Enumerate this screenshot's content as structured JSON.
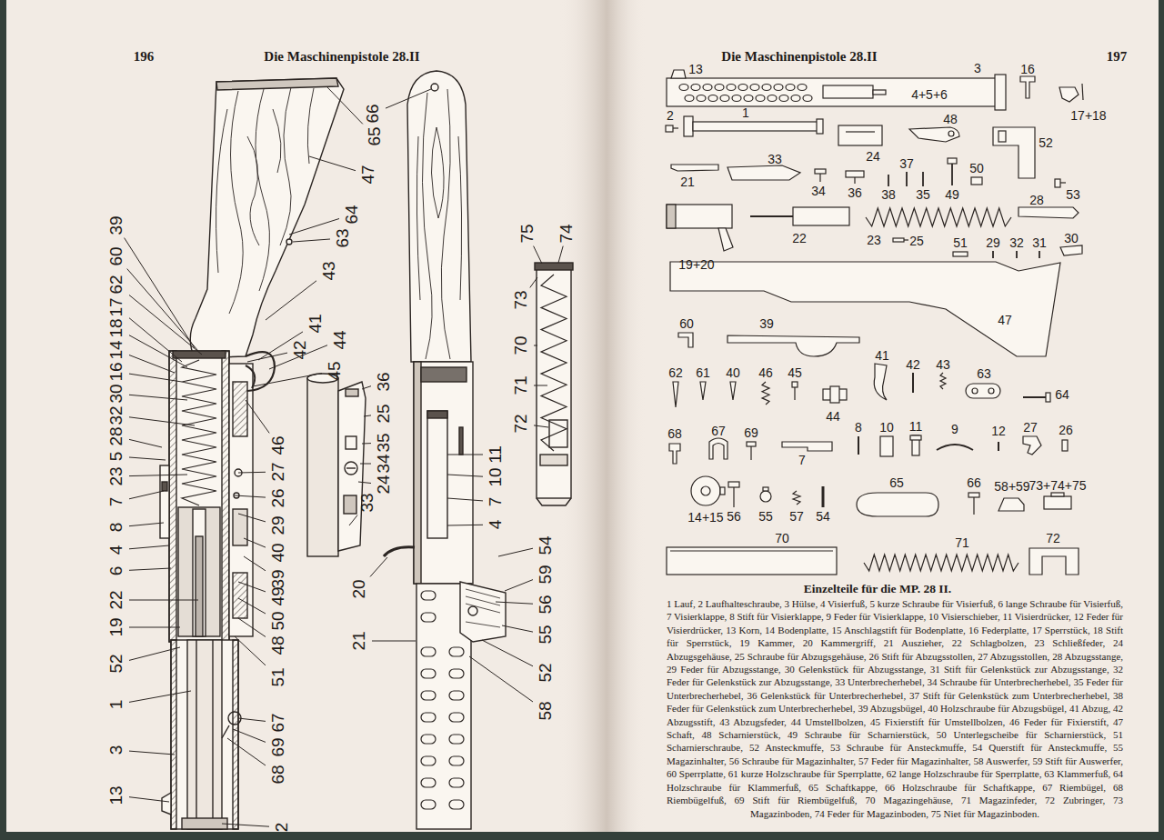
{
  "diagram": {
    "title": "Die Maschinenpistole 28.II",
    "caption": "Einzelteile für die MP. 28 II.",
    "labels": [
      "196",
      "Die Maschinenpistole 28.II",
      "197",
      "39",
      "60",
      "62",
      "17",
      "18",
      "14",
      "16",
      "30",
      "32",
      "28",
      "5",
      "23",
      "7",
      "8",
      "4",
      "6",
      "22",
      "19",
      "52",
      "1",
      "3",
      "13",
      "65",
      "47",
      "64",
      "63",
      "43",
      "41",
      "42",
      "44",
      "45",
      "46",
      "27",
      "26",
      "29",
      "40",
      "39",
      "49",
      "50",
      "48",
      "51",
      "67",
      "69",
      "68",
      "2",
      "66",
      "36",
      "25",
      "35",
      "34",
      "24",
      "33",
      "11",
      "10",
      "7",
      "4",
      "20",
      "21",
      "54",
      "59",
      "56",
      "55",
      "52",
      "58",
      "75",
      "74",
      "73",
      "70",
      "71",
      "72",
      "13",
      "3",
      "4+5+6",
      "16",
      "17+18",
      "2",
      "1",
      "48",
      "24",
      "52",
      "21",
      "33",
      "34",
      "36",
      "38",
      "37",
      "35",
      "49",
      "50",
      "53",
      "28",
      "19+20",
      "22",
      "23",
      "25",
      "51",
      "29",
      "32",
      "31",
      "30",
      "47",
      "60",
      "39",
      "62",
      "61",
      "40",
      "46",
      "45",
      "41",
      "42",
      "43",
      "63",
      "44",
      "64",
      "68",
      "67",
      "69",
      "7",
      "8",
      "10",
      "11",
      "9",
      "12",
      "27",
      "26",
      "14+15",
      "56",
      "55",
      "57",
      "54",
      "65",
      "66",
      "58+59",
      "73+74+75",
      "70",
      "71",
      "72",
      "1 Lauf,",
      "2 Laufhalteschraube,",
      "3 Hülse,",
      "4 Visierfuß,",
      "5 kurze Schraube für Visierfuß,",
      "6 lange Schraube für Visierfuß,",
      "7 Visierklappe,",
      "8 Stift für Visierklappe,",
      "9 Feder für Visierklappe,",
      "10 Visierschieber,",
      "11 Visierdrücker,",
      "12 Feder für Visierdrücker,",
      "13 Korn,",
      "14 Bodenplatte,",
      "15 Anschlagstift für Bodenplatte,",
      "16 Federplatte,",
      "17 Sperrstück,",
      "18 Stift für Sperrstück,",
      "19 Kammer,",
      "20 Kammergriff,",
      "21 Auszieher,",
      "22 Schlagbolzen,",
      "23 Schließfeder,",
      "24 Abzugsgehäuse,",
      "25 Schraube für Abzugsgehäuse,",
      "26 Stift für Abzugsstollen,",
      "27 Abzugsstollen,",
      "28 Abzugsstange,",
      "29 Feder für Abzugsstange,",
      "30 Gelenkstück für Abzugsstange,",
      "31 Stift für Gelenkstück zur Abzugsstange,",
      "32 Feder für Gelenkstück zur Abzugsstange,",
      "33 Unterbrecherhebel,",
      "34 Schraube für Unterbrecherhebel,",
      "35 Feder für Unterbrecherhebel,",
      "36 Gelenkstück für Unterbrecherhebel,",
      "37 Stift für Gelenkstück zum Unterbrecherhebel,",
      "38 Feder für Gelenkstück zum Unterbrecherhebel,",
      "39 Abzugsbügel,",
      "40 Holzschraube für Abzugsbügel,",
      "41 Abzug,",
      "42 Abzugsstift,",
      "43 Abzugsfeder,",
      "44 Umstellbolzen,",
      "45 Fixierstift für Umstellbolzen,",
      "46 Feder für Fixierstift,",
      "47 Schaft,",
      "48 Scharnierstück,",
      "49 Schraube für Scharnierstück,",
      "50 Unterlegscheibe für Scharnierstück,",
      "51 Scharnierschraube,",
      "52 Ansteckmuffe,",
      "53 Schraube für Ansteckmuffe,",
      "54 Querstift für Ansteckmuffe,",
      "55 Magazinhalter,",
      "56 Schraube für Magazinhalter,",
      "57 Feder für Magazinhalter,",
      "58 Auswerfer,",
      "59 Stift für Auswerfer,",
      "60 Sperrplatte,",
      "61 kurze Holzschraube für Sperrplatte,",
      "62 lange Holzschraube für Sperrplatte,",
      "63 Klammerfuß,",
      "64 Holzschraube für Klammerfuß,",
      "65 Schaftkappe,",
      "66 Holzschraube für Schaftkappe,",
      "67 Riembügel,",
      "68 Riembügelfuß,",
      "69 Stift für Riembügelfuß,",
      "70 Magazingehäuse,",
      "71 Magazinfeder,",
      "72 Zubringer,",
      "73 Magazinboden,",
      "74 Feder für Magazinboden,",
      "75 Niet für Magazinboden."
    ]
  }
}
